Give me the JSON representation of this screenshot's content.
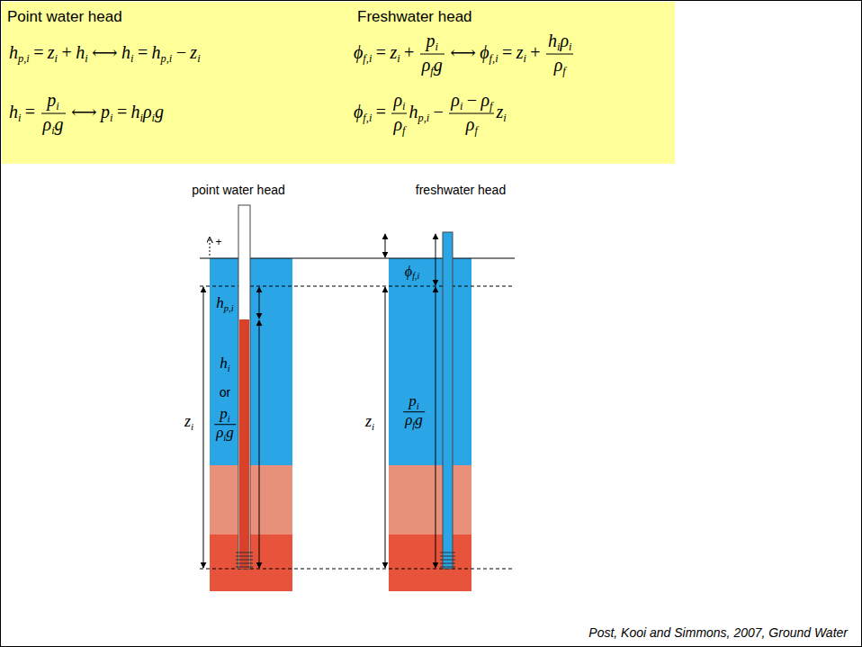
{
  "diagram": {
    "caption": "Post, Kooi and Simmons, 2007, Ground Water",
    "nodes": [
      {
        "text": [
          "Point water head",
          "Freshwater head"
        ]
      }
    ],
    "labels": [
      "h",
      "p,i",
      "=",
      "z",
      "i",
      "+",
      "h",
      "i",
      "⟷",
      "h",
      "i",
      "=",
      "h",
      "p,i",
      "−",
      "z",
      "i",
      "ϕ",
      "f,i",
      "=",
      "z",
      "i",
      "+",
      "p",
      "i",
      "ρ",
      "f",
      "g",
      "⟷",
      "ϕ",
      "f,i",
      "=",
      "z",
      "i",
      "+",
      "h",
      "i",
      "ρ",
      "i",
      "ρ",
      "f",
      "h",
      "i",
      "=",
      "p",
      "i",
      "ρ",
      "i",
      "g",
      "⟷",
      "p",
      "i",
      "=",
      "h",
      "i",
      "ρ",
      "i",
      "g",
      "ϕ",
      "f,i",
      "=",
      "ρ",
      "i",
      "ρ",
      "f",
      "h",
      "p,i",
      "−",
      "ρ",
      "i",
      "−",
      "ρ",
      "f",
      "ρ",
      "f",
      "z",
      "i",
      "point water head",
      "freshwater head",
      "+",
      "h",
      "p,i",
      "h",
      "i",
      "or",
      "p",
      "i",
      "ρ",
      "i",
      "g",
      "z",
      "i",
      "ϕ",
      "f,i",
      "z",
      "i",
      "p",
      "i",
      "ρ",
      "f",
      "g"
    ]
  }
}
